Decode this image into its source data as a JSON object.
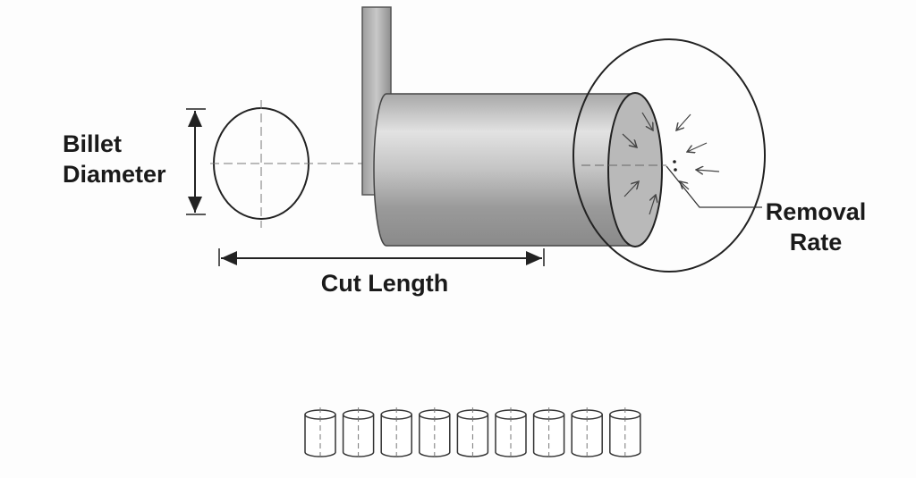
{
  "labels": {
    "billet_diameter_line1": "Billet",
    "billet_diameter_line2": "Diameter",
    "cut_length": "Cut Length",
    "removal_rate_line1": "Removal",
    "removal_rate_line2": "Rate"
  },
  "pieces_count": 9
}
